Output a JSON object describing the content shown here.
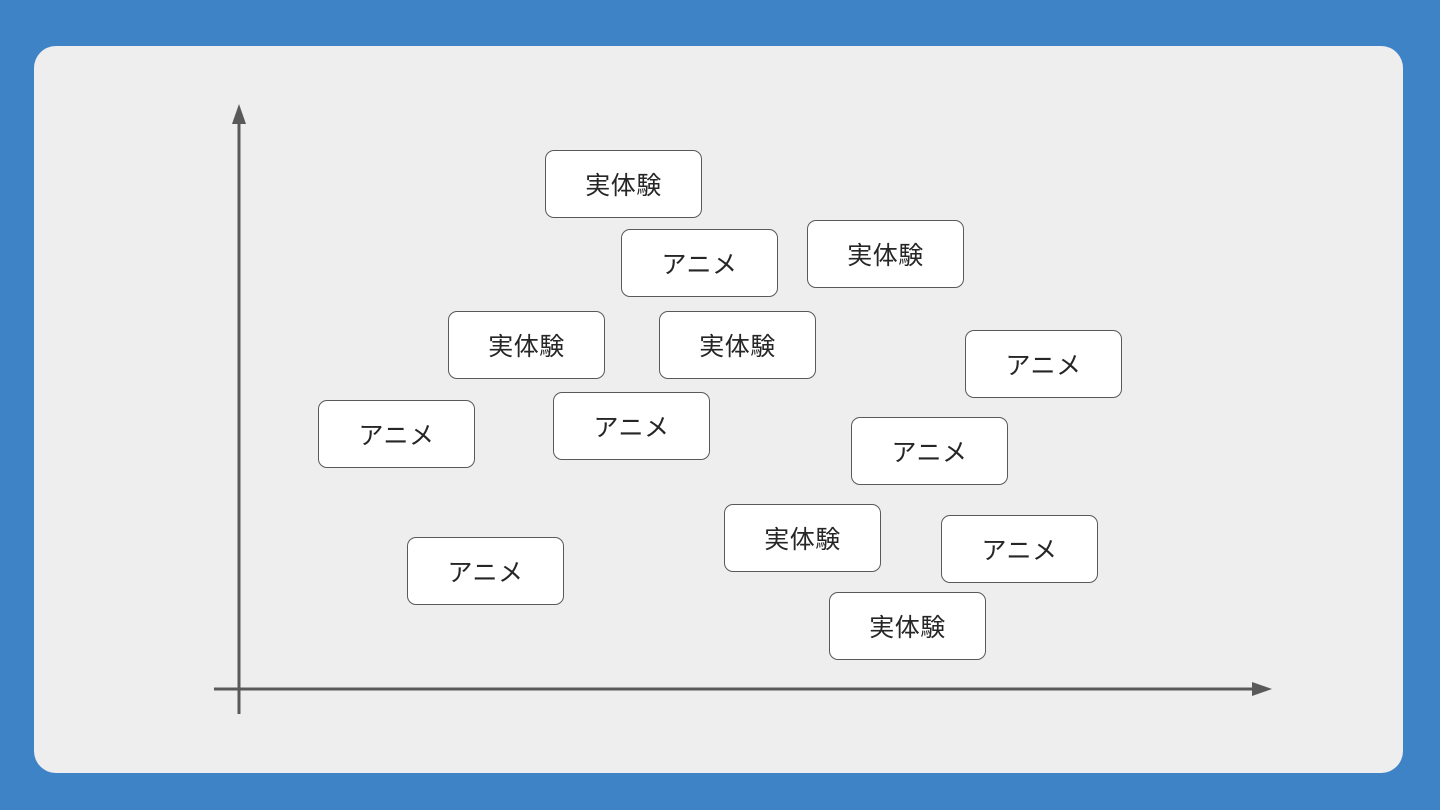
{
  "colors": {
    "background": "#3f83c7",
    "panel": "#eeeeee",
    "axis": "#595959",
    "card_fill": "#ffffff",
    "card_border": "#595959",
    "card_text": "#262626"
  },
  "cards": [
    {
      "label": "実体験"
    },
    {
      "label": "アニメ"
    },
    {
      "label": "実体験"
    },
    {
      "label": "実体験"
    },
    {
      "label": "実体験"
    },
    {
      "label": "アニメ"
    },
    {
      "label": "アニメ"
    },
    {
      "label": "アニメ"
    },
    {
      "label": "アニメ"
    },
    {
      "label": "実体験"
    },
    {
      "label": "アニメ"
    },
    {
      "label": "アニメ"
    },
    {
      "label": "実体験"
    }
  ]
}
